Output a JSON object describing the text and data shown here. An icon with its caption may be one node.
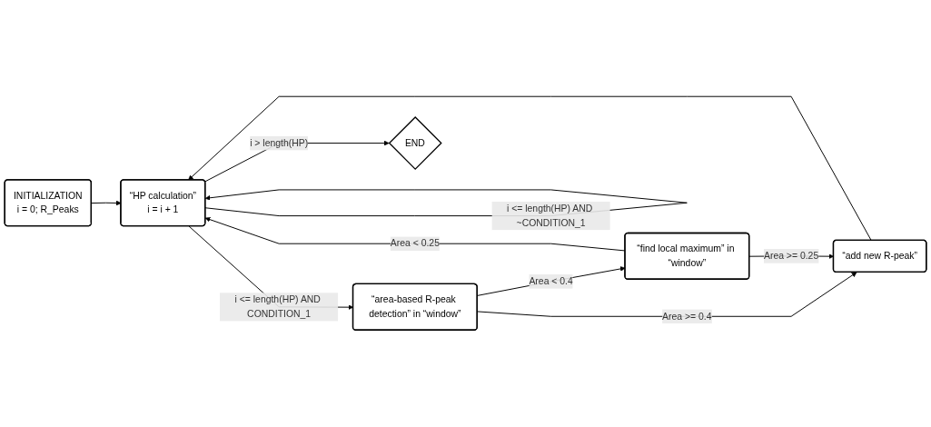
{
  "diagram": {
    "nodes": [
      {
        "text": [
          "INITIALIZATION",
          "i = 0; R_Peaks"
        ]
      },
      {
        "text": [
          "“HP calculation”",
          "i = i + 1"
        ]
      },
      {
        "text": [
          "“area-based R-peak detection” in “window”"
        ]
      },
      {
        "text": [
          "“add new R-peak”"
        ]
      },
      {
        "text": [
          "“find local maximum” in “window”"
        ]
      },
      {
        "text": [
          "END"
        ]
      }
    ],
    "edges": [
      {
        "from": 0,
        "to": 1,
        "arrow": "to"
      },
      {
        "from": 1,
        "to": 1,
        "arrow": "to",
        "label": "i <= length(HP) AND ~CONDITION_1"
      },
      {
        "from": 1,
        "to": 2,
        "arrow": "to",
        "label": "i <= length(HP) AND CONDITION_1"
      },
      {
        "from": 2,
        "to": 3,
        "arrow": "to",
        "label": "Area >= 0.4"
      },
      {
        "from": 2,
        "to": 4,
        "arrow": "to",
        "label": "Area < 0.4"
      },
      {
        "from": 3,
        "to": 1,
        "arrow": "to"
      },
      {
        "from": 4,
        "to": 1,
        "arrow": "to",
        "label": "Area < 0.25"
      },
      {
        "from": 4,
        "to": 3,
        "arrow": "to",
        "label": "Area >= 0.25"
      },
      {
        "from": 1,
        "to": 5,
        "arrow": "to",
        "label": "i > length(HP)"
      }
    ]
  }
}
